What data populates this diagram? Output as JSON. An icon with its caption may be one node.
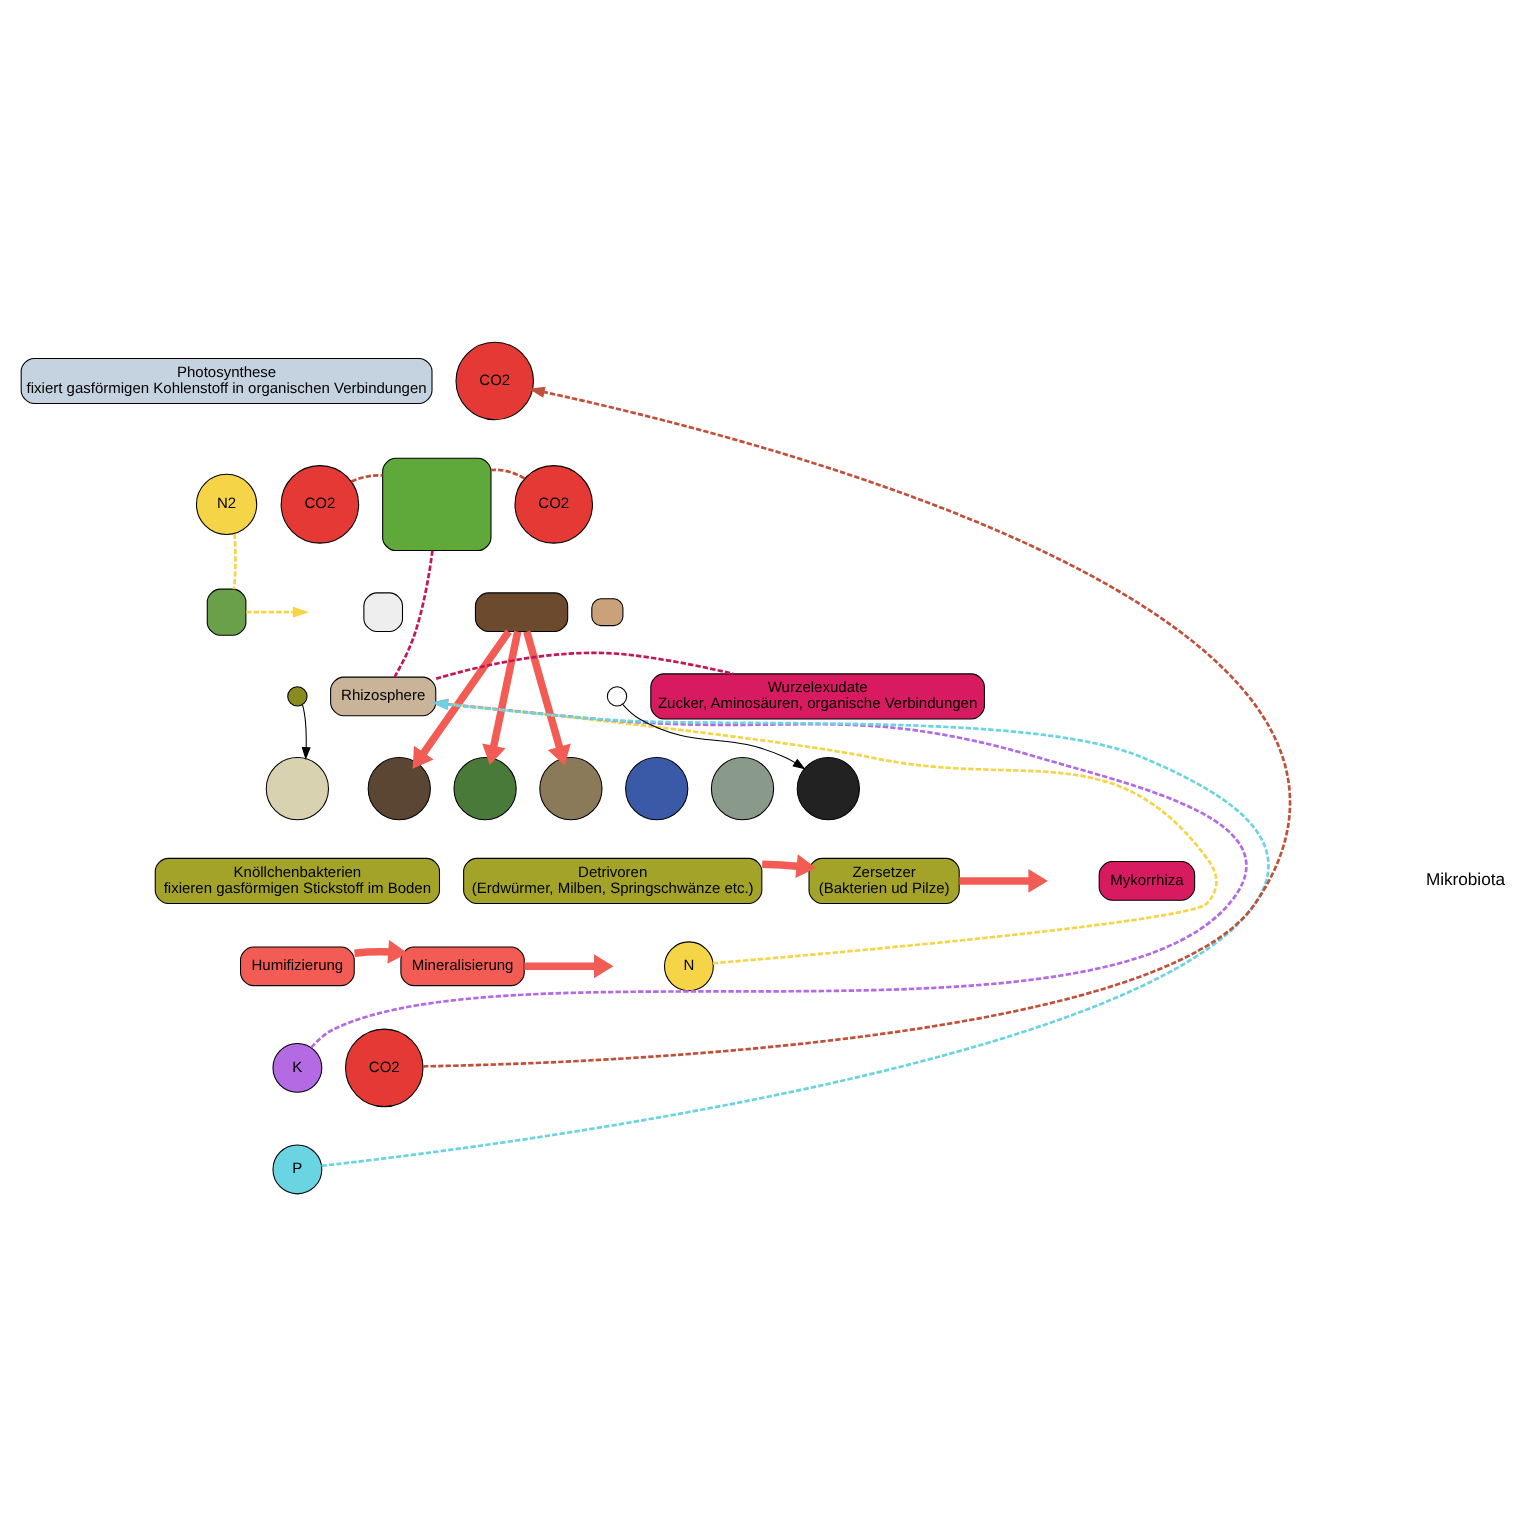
{
  "diagram": {
    "nodes": [
      {
        "text": [
          "Photosynthese",
          "fixiert gasförmigen Kohlenstoff in organischen Verbindungen"
        ]
      },
      {
        "text": [
          "CO2"
        ]
      },
      {
        "text": [
          "CO2"
        ]
      },
      {
        "text": [
          "CO2"
        ]
      },
      {
        "text": [],
        "shape": "box"
      },
      {
        "text": [
          "N2"
        ]
      },
      {
        "text": [],
        "shape": "box"
      },
      {
        "text": [],
        "shape": "circle"
      },
      {
        "text": [],
        "shape": "circle"
      },
      {
        "text": [
          "Knöllchenbakterien",
          "fixieren gasförmigen Stickstoff im Boden"
        ]
      },
      {
        "text": [],
        "shape": "box"
      },
      {
        "text": [],
        "shape": "box"
      },
      {
        "text": [],
        "shape": "circle"
      },
      {
        "text": [],
        "shape": "circle"
      },
      {
        "text": [],
        "shape": "circle"
      },
      {
        "text": [
          "Detrivoren",
          "(Erdwürmer, Milben, Springschwänze etc.)"
        ]
      },
      {
        "text": [],
        "shape": "circle"
      },
      {
        "text": [],
        "shape": "circle"
      },
      {
        "text": [
          "Zersetzer",
          "(Bakterien ud Pilze)"
        ]
      },
      {
        "text": [
          "Humifizierung"
        ]
      },
      {
        "text": [
          "Mineralisierung"
        ]
      },
      {
        "text": [
          "N"
        ]
      },
      {
        "text": [
          "K"
        ]
      },
      {
        "text": [
          "P"
        ]
      },
      {
        "text": [
          "CO2"
        ]
      },
      {
        "text": [
          "Rhizosphere"
        ]
      },
      {
        "text": [],
        "shape": "circle"
      },
      {
        "text": [],
        "shape": "circle"
      },
      {
        "text": [
          "Mykorrhiza"
        ]
      },
      {
        "text": [
          "Wurzelexudate",
          "Zucker, Aminosäuren, organische Verbindungen"
        ]
      },
      {
        "text": [],
        "shape": "box"
      }
    ],
    "edges": [
      {
        "from": 2,
        "to": 4,
        "arrow": "none",
        "style": "dashed",
        "color": "#c0503a"
      },
      {
        "from": 3,
        "to": 4,
        "arrow": "none",
        "style": "dashed",
        "color": "#c0503a"
      },
      {
        "from": 4,
        "to": 25,
        "arrow": "none",
        "style": "dashed",
        "color": "#c2185b"
      },
      {
        "from": 25,
        "to": 29,
        "arrow": "none",
        "style": "dashed",
        "color": "#c2185b"
      },
      {
        "from": 5,
        "to": 6,
        "arrow": "none",
        "style": "dashed",
        "color": "#f5d547"
      },
      {
        "from": 6,
        "to": null,
        "arrow": "to",
        "style": "dashed",
        "color": "#f5d547"
      },
      {
        "from": 7,
        "to": 8,
        "arrow": "to",
        "color": "#000000"
      },
      {
        "from": 26,
        "to": 27,
        "arrow": "to",
        "color": "#000000"
      },
      {
        "from": 11,
        "to": 12,
        "arrow": "to",
        "style": "thick",
        "color": "#f25c54"
      },
      {
        "from": 11,
        "to": 13,
        "arrow": "to",
        "style": "thick",
        "color": "#f25c54"
      },
      {
        "from": 11,
        "to": 14,
        "arrow": "to",
        "style": "thick",
        "color": "#f25c54"
      },
      {
        "from": 15,
        "to": 18,
        "arrow": "to",
        "style": "thick",
        "color": "#f25c54"
      },
      {
        "from": 18,
        "to": null,
        "arrow": "to",
        "style": "thick",
        "color": "#f25c54"
      },
      {
        "from": 19,
        "to": 20,
        "arrow": "to",
        "style": "thick",
        "color": "#f25c54"
      },
      {
        "from": 20,
        "to": null,
        "arrow": "to",
        "style": "thick",
        "color": "#f25c54"
      },
      {
        "from": 21,
        "to": 25,
        "arrow": "to",
        "style": "dashed",
        "color": "#f5d547"
      },
      {
        "from": 22,
        "to": 25,
        "arrow": "to",
        "style": "dashed",
        "color": "#b36ae2"
      },
      {
        "from": 23,
        "to": 25,
        "arrow": "to",
        "style": "dashed",
        "color": "#6ad4e2"
      },
      {
        "from": 24,
        "to": 1,
        "arrow": "to",
        "style": "dashed",
        "color": "#c0503a"
      }
    ],
    "labels": [
      "Mikrobiota"
    ]
  }
}
